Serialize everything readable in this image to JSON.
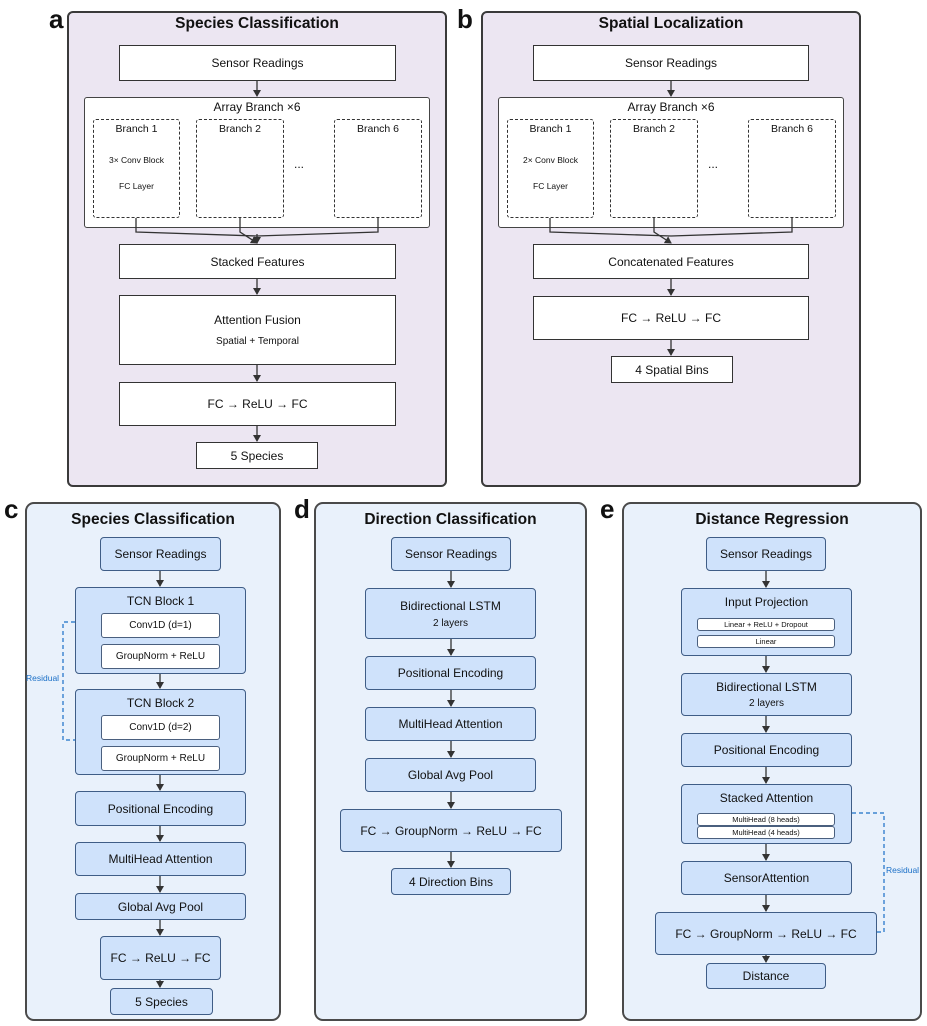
{
  "panels": {
    "a": {
      "label": "a",
      "title": "Species Classification",
      "input": "Sensor Readings",
      "array_title": "Array Branch ×6",
      "branches": [
        "Branch 1",
        "Branch 2",
        "Branch 6"
      ],
      "ellipsis": "...",
      "branch1_lines": [
        "3× Conv Block",
        "FC Layer"
      ],
      "stacked": "Stacked Features",
      "attention": "Attention Fusion",
      "attention_sub": "Spatial + Temporal",
      "fc": "FC → ReLU → FC",
      "output": "5 Species"
    },
    "b": {
      "label": "b",
      "title": "Spatial Localization",
      "input": "Sensor Readings",
      "array_title": "Array Branch ×6",
      "branches": [
        "Branch 1",
        "Branch 2",
        "Branch 6"
      ],
      "ellipsis": "...",
      "branch1_lines": [
        "2× Conv Block",
        "FC Layer"
      ],
      "concat": "Concatenated Features",
      "fc": "FC → ReLU → FC",
      "output": "4 Spatial Bins"
    },
    "c": {
      "label": "c",
      "title": "Species Classification",
      "input": "Sensor Readings",
      "tcn1": "TCN Block 1",
      "tcn1_conv": "Conv1D (d=1)",
      "tcn1_norm": "GroupNorm + ReLU",
      "tcn2": "TCN Block 2",
      "tcn2_conv": "Conv1D (d=2)",
      "tcn2_norm": "GroupNorm + ReLU",
      "residual": "Residual",
      "pos": "Positional Encoding",
      "mha": "MultiHead Attention",
      "pool": "Global Avg Pool",
      "fc": "FC → ReLU → FC",
      "output": "5 Species"
    },
    "d": {
      "label": "d",
      "title": "Direction Classification",
      "input": "Sensor Readings",
      "lstm": "Bidirectional LSTM",
      "lstm_sub": "2 layers",
      "pos": "Positional Encoding",
      "mha": "MultiHead Attention",
      "pool": "Global Avg Pool",
      "fc": "FC → GroupNorm → ReLU → FC",
      "output": "4 Direction Bins"
    },
    "e": {
      "label": "e",
      "title": "Distance Regression",
      "input": "Sensor Readings",
      "proj": "Input Projection",
      "proj_l1": "Linear + ReLU + Dropout",
      "proj_l2": "Linear",
      "lstm": "Bidirectional LSTM",
      "lstm_sub": "2 layers",
      "pos": "Positional Encoding",
      "stacked": "Stacked Attention",
      "stacked_l1": "MultiHead (8 heads)",
      "stacked_l2": "MultiHead (4 heads)",
      "sensor_att": "SensorAttention",
      "residual": "Residual",
      "fc": "FC → GroupNorm → ReLU → FC",
      "output": "Distance"
    }
  },
  "colors": {
    "top_panel_bg": "#ece6f2",
    "bottom_panel_bg": "#e9f1fb",
    "blue_box": "#cfe2fb",
    "residual_line": "#1a6fc7"
  }
}
